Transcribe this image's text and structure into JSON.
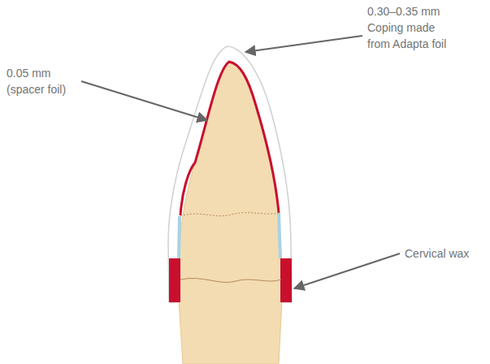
{
  "diagram": {
    "labels": [
      "0.30–0.35 mm Coping made from Adapta foil",
      "0.05 mm (spacer foil)",
      "Cervical wax"
    ]
  }
}
